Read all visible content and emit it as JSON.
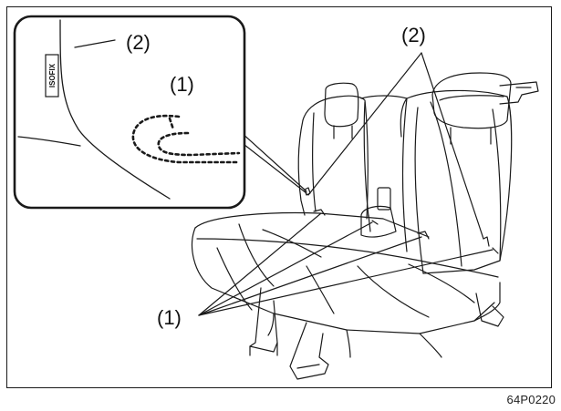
{
  "diagram": {
    "callouts": {
      "inset_anchor": "(1)",
      "inset_label": "(2)",
      "main_label": "(2)",
      "main_anchor": "(1)"
    },
    "isofix_tag": "ISOFIX",
    "figure_code": "64P0220"
  },
  "colors": {
    "line": "#1a1a1a",
    "background": "#ffffff"
  }
}
